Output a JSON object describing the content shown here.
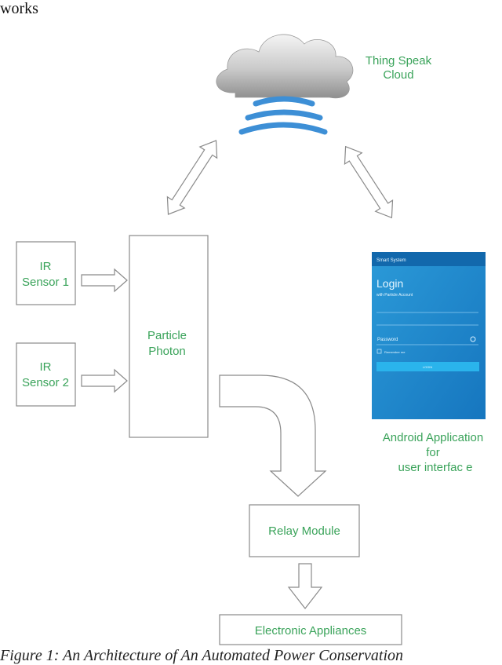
{
  "header_text": "works",
  "cloud": {
    "label_line1": "Thing Speak",
    "label_line2": "Cloud"
  },
  "sensor1": {
    "line1": "IR",
    "line2": "Sensor 1"
  },
  "sensor2": {
    "line1": "IR",
    "line2": "Sensor 2"
  },
  "photon": {
    "line1": "Particle",
    "line2": "Photon"
  },
  "relay": {
    "label": "Relay Module"
  },
  "appliances": {
    "label": "Electronic Appliances"
  },
  "android": {
    "line1": "Android Application",
    "line2": "for",
    "line3": "user interfac e",
    "app_bar": "Smart System",
    "login_title": "Login",
    "login_subtitle": "with Particle Account",
    "password_label": "Password",
    "remember_label": "Remember me",
    "login_button": "LOGIN"
  },
  "caption": "Figure 1: An Architecture of An Automated Power Conservation",
  "colors": {
    "label_green": "#3aa35a",
    "phone_blue": "#1f86cc",
    "wifi_blue": "#3d8fd6"
  }
}
